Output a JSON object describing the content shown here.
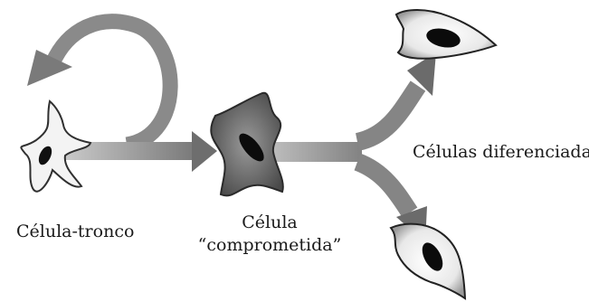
{
  "labels": {
    "stem_cell": "Célula-tronco",
    "committed_line1": "Célula",
    "committed_line2": "“comprometida”",
    "differentiated": "Células diferenciadas"
  },
  "colors": {
    "arrow": "#7d7d7d",
    "arrow_light": "#a5a5a5",
    "cell_fill": "#f2f2f2",
    "cell_dark": "#5e5e5e",
    "nucleus": "#0b0b0b"
  }
}
